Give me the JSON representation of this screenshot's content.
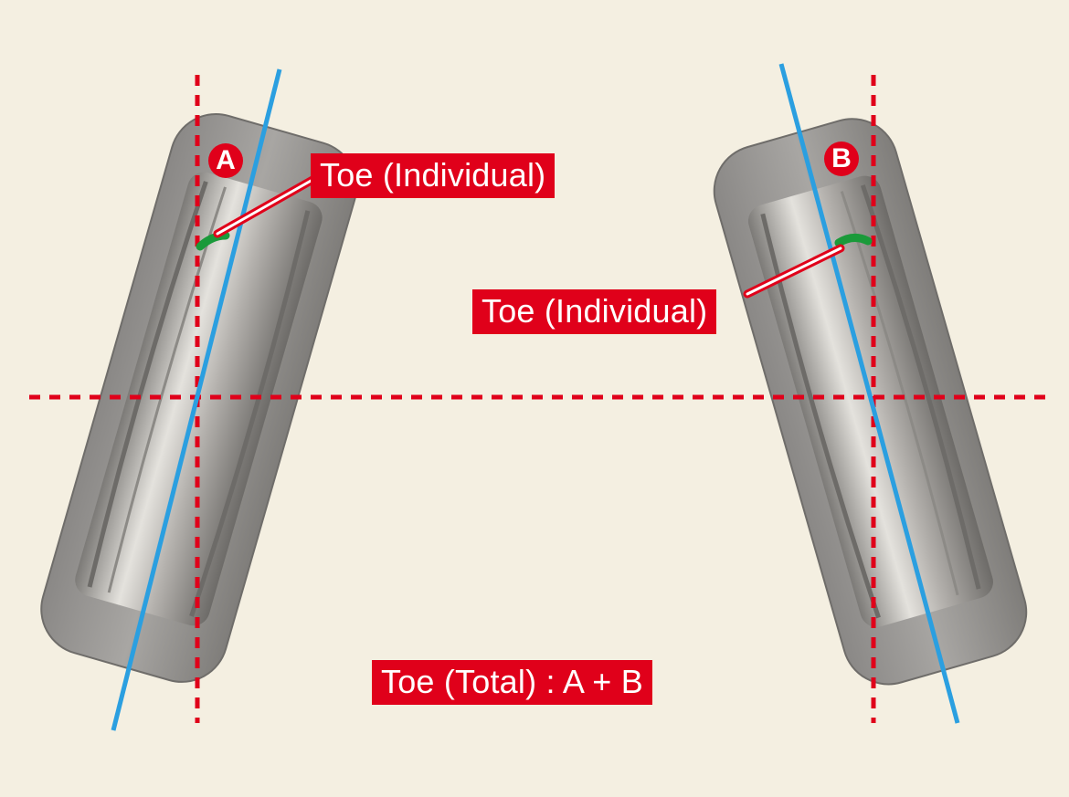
{
  "diagram": {
    "callouts": {
      "left_label": "Toe (Individual)",
      "right_label": "Toe (Individual)",
      "total_label": "Toe (Total) : A + B"
    },
    "markers": {
      "left": "A",
      "right": "B"
    },
    "colors": {
      "background": "#f4efe1",
      "reference_line": "#e0001a",
      "wheel_axis": "#2b9fe0",
      "toe_angle": "#1a9a3a",
      "tire": "#8e8c89",
      "label_fill": "#e0001a",
      "label_text": "#ffffff"
    }
  }
}
